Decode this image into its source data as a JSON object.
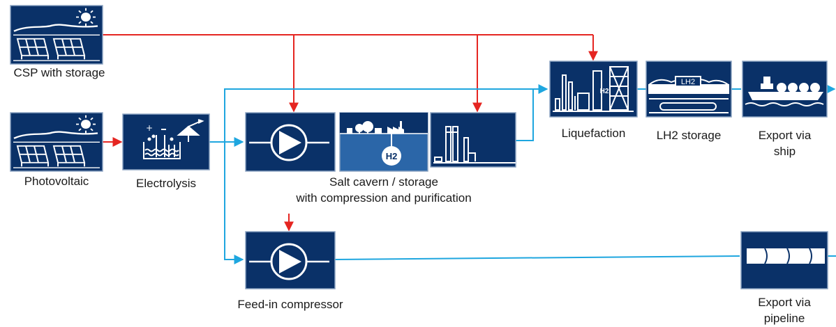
{
  "colors": {
    "box_fill": "#0a3168",
    "box_border": "#8aa2c1",
    "icon": "#ffffff",
    "power_flow": "#e52521",
    "hydrogen_flow": "#1ea6df",
    "storage_ground": "#2b66a8"
  },
  "nodes": {
    "csp": {
      "label": "CSP with storage",
      "icon": "solar-panel-sun-icon"
    },
    "pv": {
      "label": "Photovoltaic",
      "icon": "solar-panel-sun-icon"
    },
    "electrolysis": {
      "label": "Electrolysis",
      "icon": "electrolyzer-icon"
    },
    "compressor_storage": {
      "icon": "compressor-pump-icon"
    },
    "salt_cavern": {
      "icon": "salt-cavern-h2-icon",
      "h2_text": "H2"
    },
    "purification": {
      "icon": "purification-plant-icon"
    },
    "salt_cavern_group": {
      "label_line1": "Salt cavern / storage",
      "label_line2": "with compression and purification"
    },
    "liquefaction": {
      "label": "Liquefaction",
      "icon": "liquefaction-plant-icon",
      "h2_text": "H2"
    },
    "lh2_storage": {
      "label": "LH2 storage",
      "icon": "lh2-tank-icon",
      "tank_text": "LH2"
    },
    "ship": {
      "label_line1": "Export via",
      "label_line2": "ship",
      "icon": "lng-ship-icon"
    },
    "feed_in": {
      "label": "Feed-in compressor",
      "icon": "compressor-pump-icon"
    },
    "pipeline": {
      "label_line1": "Export via",
      "label_line2": "pipeline",
      "icon": "pipeline-icon"
    }
  }
}
